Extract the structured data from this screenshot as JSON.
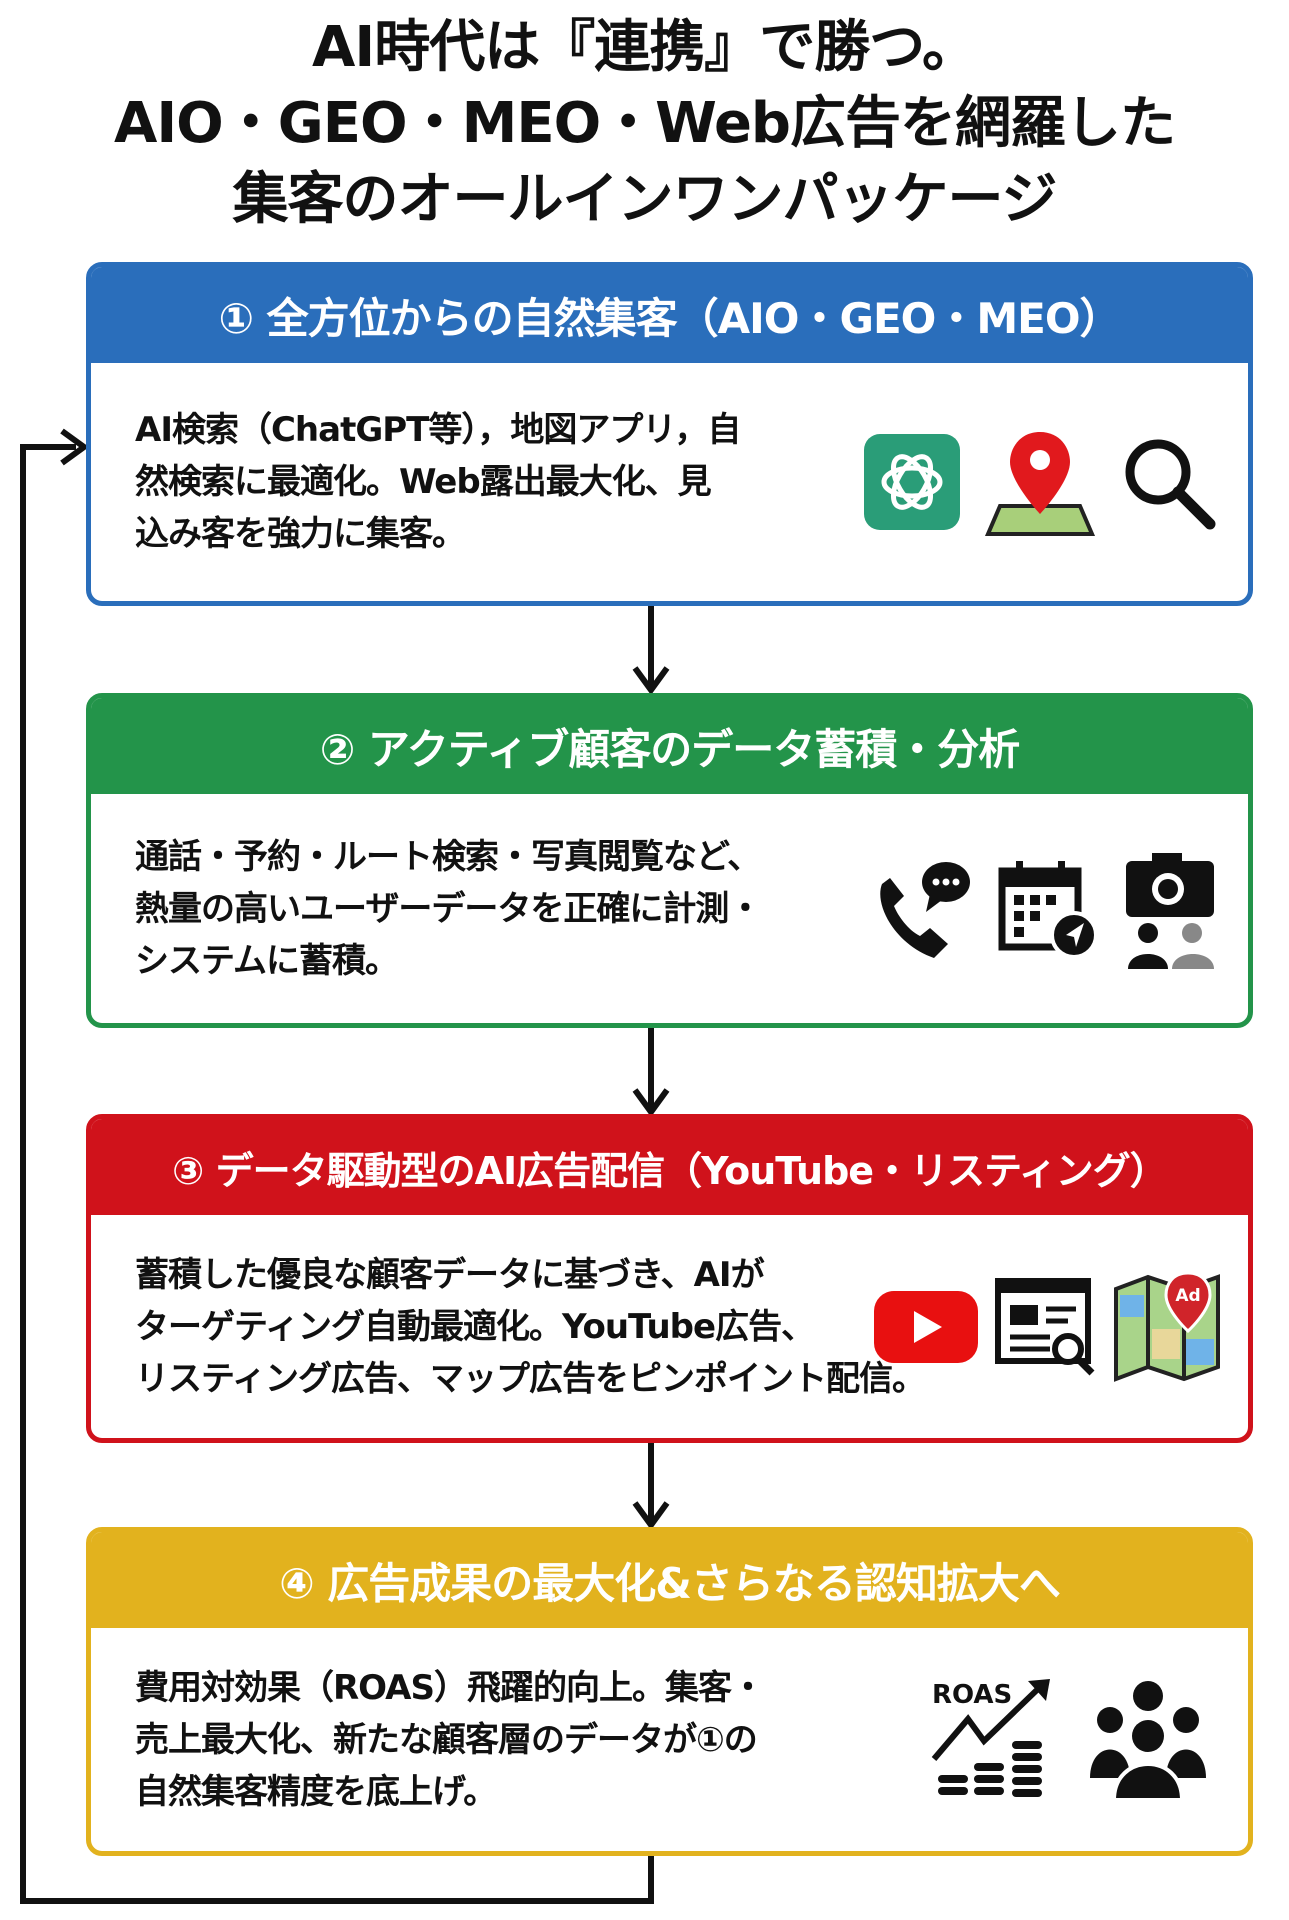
{
  "title": {
    "lines": [
      "AI時代は『連携』で勝つ。",
      "AIO・GEO・MEO・Web広告を網羅した",
      "集客のオールインワンパッケージ"
    ]
  },
  "steps": [
    {
      "header": "① 全方位からの自然集客（AIO・GEO・MEO）",
      "color": "#2a6ebb",
      "lines": [
        "AI検索（ChatGPT等），地図アプリ，自",
        "然検索に最適化。Web露出最大化、見",
        "込み客を強力に集客。"
      ],
      "icons": [
        "chatgpt-icon",
        "map-pin-icon",
        "search-icon"
      ]
    },
    {
      "header": "② アクティブ顧客のデータ蓄積・分析",
      "color": "#23944a",
      "lines": [
        "通話・予約・ルート検索・写真閲覧など、",
        "熱量の高いユーザーデータを正確に計測・",
        "システムに蓄積。"
      ],
      "icons": [
        "phone-chat-icon",
        "calendar-icon",
        "camera-users-icon"
      ]
    },
    {
      "header": "③ データ駆動型のAI広告配信（YouTube・リスティング）",
      "color": "#d0121b",
      "lines": [
        "蓄積した優良な顧客データに基づき、AIが",
        "ターゲティング自動最適化。YouTube広告、",
        "リスティング広告、マップ広告をピンポイント配信。"
      ],
      "icons": [
        "youtube-icon",
        "search-ad-icon",
        "map-ad-icon"
      ],
      "ad_label": "Ad"
    },
    {
      "header": "④ 広告成果の最大化&さらなる認知拡大へ",
      "color": "#e2b21e",
      "lines": [
        "費用対効果（ROAS）飛躍的向上。集客・",
        "売上最大化、新たな顧客層のデータが①の",
        "自然集客精度を底上げ。"
      ],
      "icons": [
        "roas-growth-icon",
        "people-group-icon"
      ],
      "roas_label": "ROAS"
    }
  ]
}
